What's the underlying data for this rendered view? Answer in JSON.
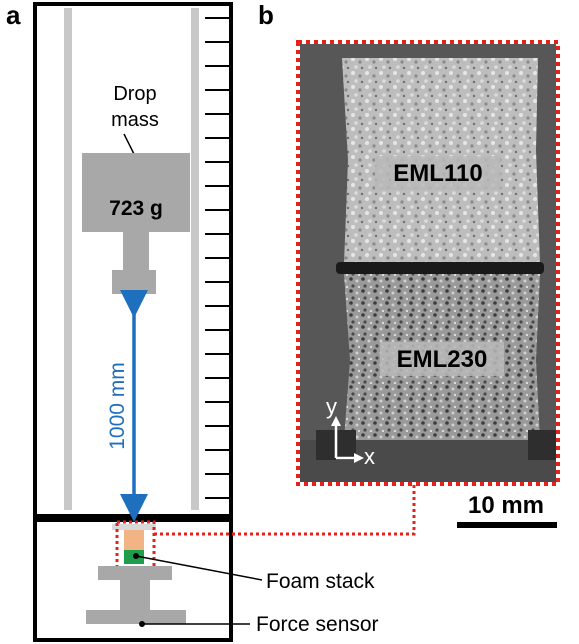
{
  "panel_a": {
    "label": "a",
    "drop_mass_label_line1": "Drop",
    "drop_mass_label_line2": "mass",
    "mass_value": "723 g",
    "height_label": "1000 mm",
    "foam_stack_label": "Foam stack",
    "force_sensor_label": "Force sensor"
  },
  "panel_b": {
    "label": "b",
    "upper_sample_label": "EML110",
    "lower_sample_label": "EML230",
    "axis_y_label": "y",
    "axis_x_label": "x",
    "scale_bar_label": "10 mm"
  },
  "colors": {
    "frame": "#000000",
    "rail": "#c8c8c8",
    "part_gray": "#a8a8a8",
    "arrow_blue": "#1f6fbf",
    "dotted_red": "#e8201c",
    "foam_top": "#f2b487",
    "foam_bottom": "#1e9e4a",
    "photo_bg": "#555555"
  }
}
